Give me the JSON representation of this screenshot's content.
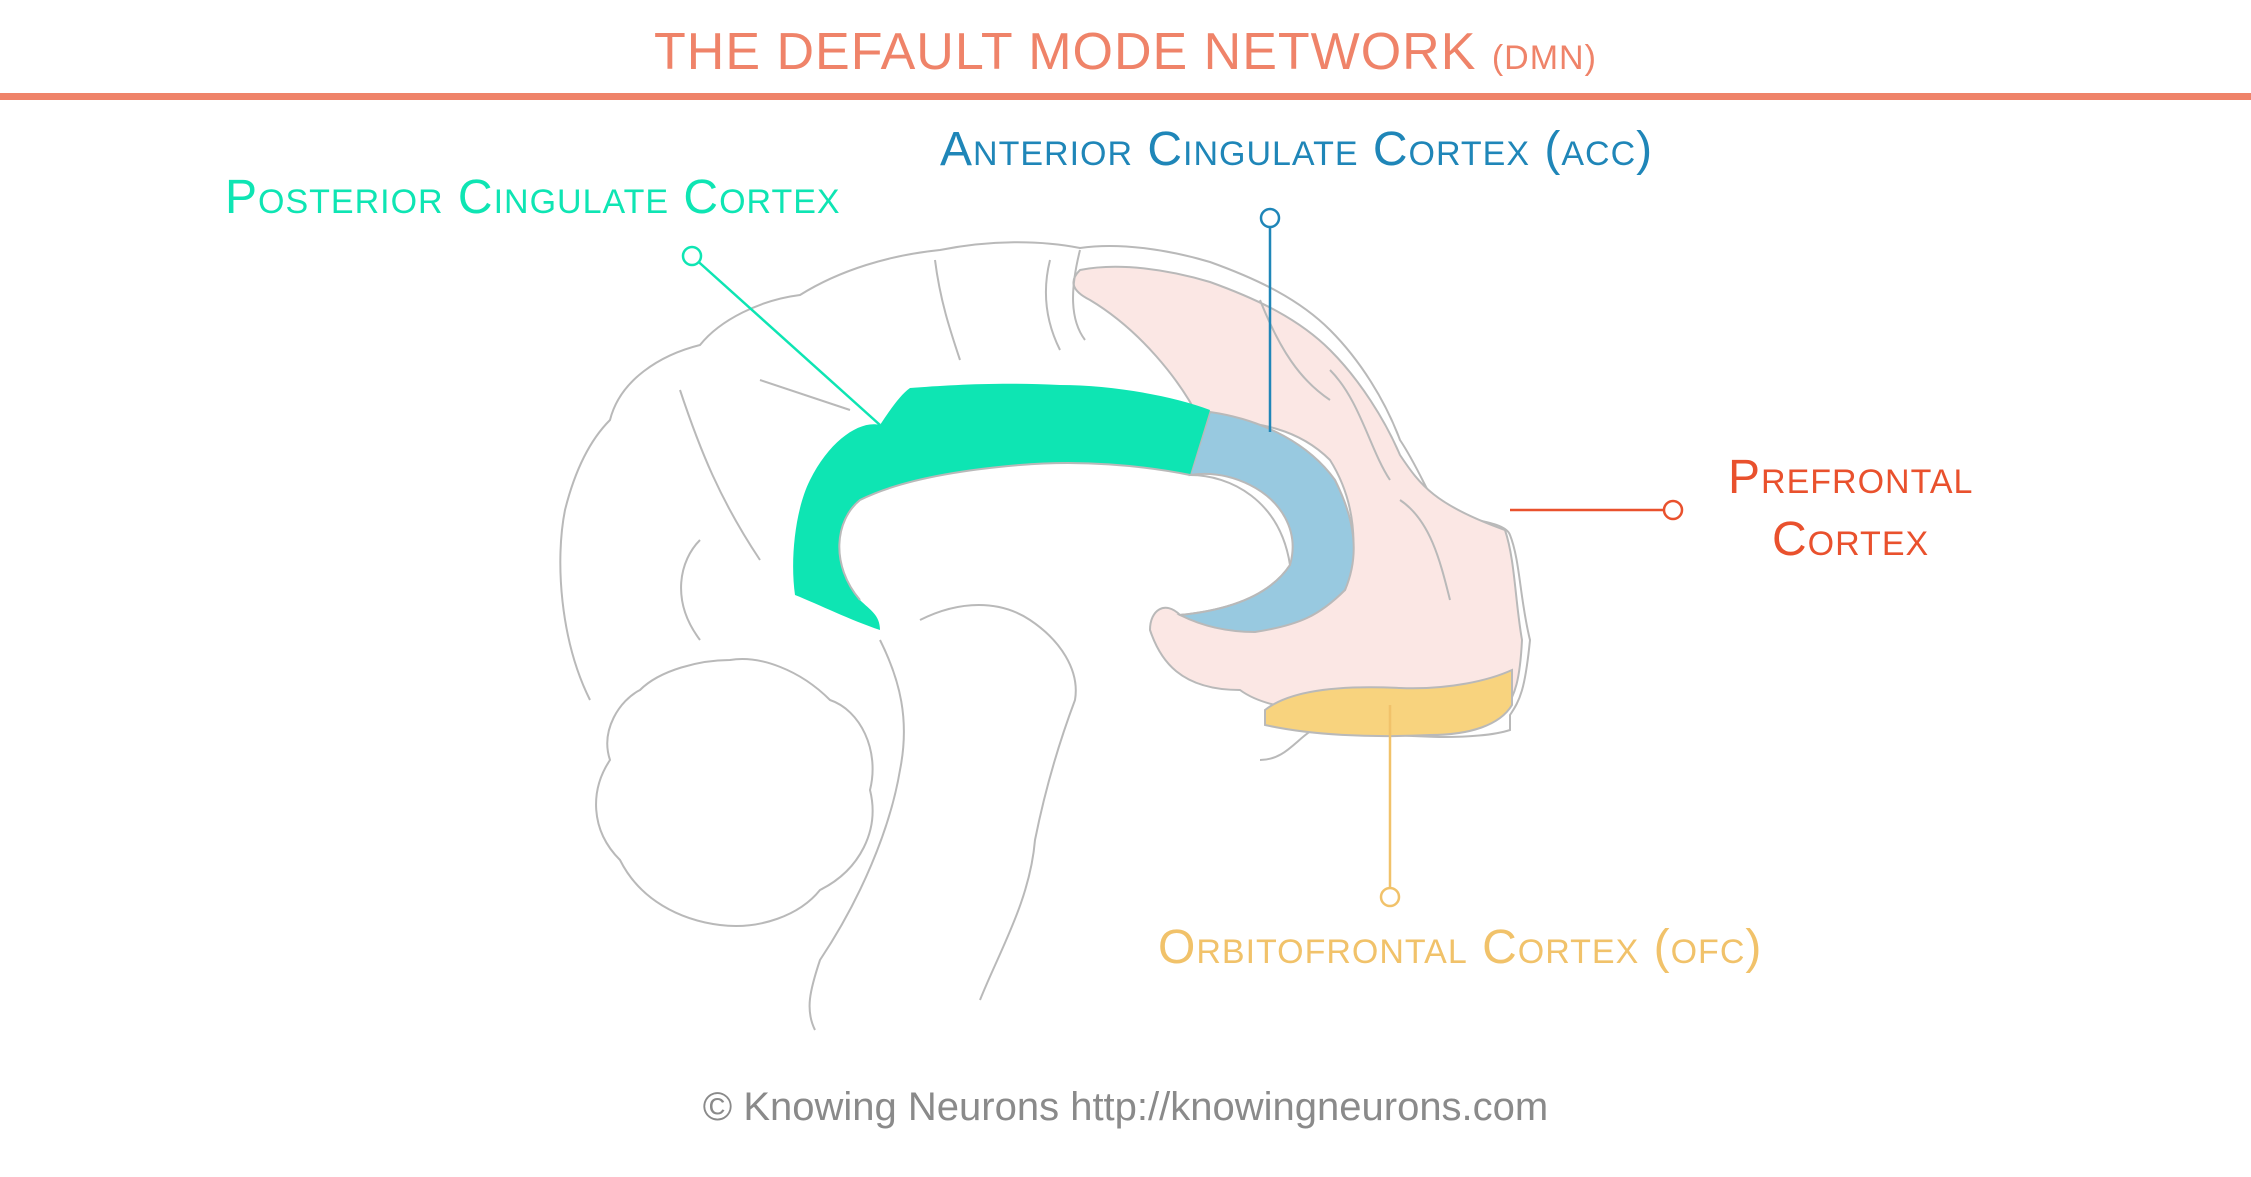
{
  "title": {
    "main": "THE DEFAULT MODE NETWORK",
    "abbr": "(DMN)"
  },
  "colors": {
    "title": "#ef8369",
    "rule": "#ef8369",
    "pcc": "#0ee5b3",
    "acc": "#1f86b8",
    "acc_fill": "#98c9e0",
    "pfc": "#e9512d",
    "pfc_fill": "#fbe7e4",
    "ofc": "#f1c26a",
    "ofc_fill": "#f8d37e",
    "outline": "#b9b9b9"
  },
  "labels": {
    "pcc": "Posterior Cingulate Cortex",
    "acc": "Anterior Cingulate Cortex (acc)",
    "pfc_line1": "Prefrontal",
    "pfc_line2": "Cortex",
    "ofc": "Orbitofrontal Cortex (ofc)"
  },
  "footer": "© Knowing Neurons http://knowingneurons.com"
}
